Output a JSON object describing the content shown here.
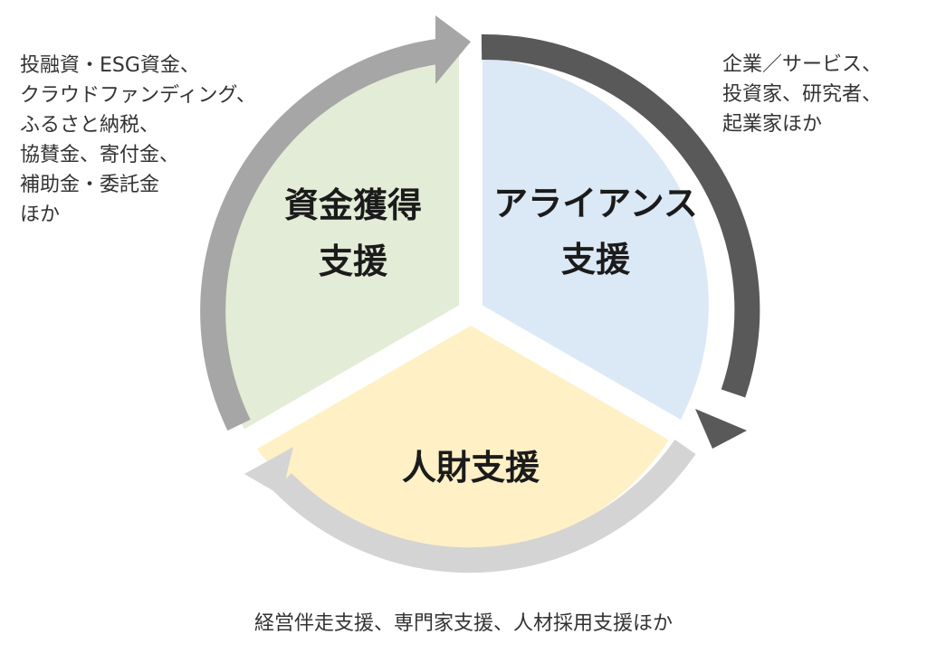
{
  "segments": {
    "funding": {
      "title_line1": "資金獲得",
      "title_line2": "支援",
      "fill": "#e2ecd6"
    },
    "alliance": {
      "title_line1": "アライアンス",
      "title_line2": "支援",
      "fill": "#dbe8f5"
    },
    "hr": {
      "title": "人財支援",
      "fill": "#fff0c6"
    }
  },
  "arrows": {
    "funding_color": "#a6a6a6",
    "alliance_color": "#595959",
    "hr_color": "#d4d4d4"
  },
  "notes": {
    "funding": "投融資・ESG資金、\nクラウドファンディング、\nふるさと納税、\n協賛金、寄付金、\n補助金・委託金\nほか",
    "alliance": "企業／サービス、\n投資家、研究者、\n起業家ほか",
    "hr": "経営伴走支援、専門家支援、人材採用支援ほか"
  }
}
